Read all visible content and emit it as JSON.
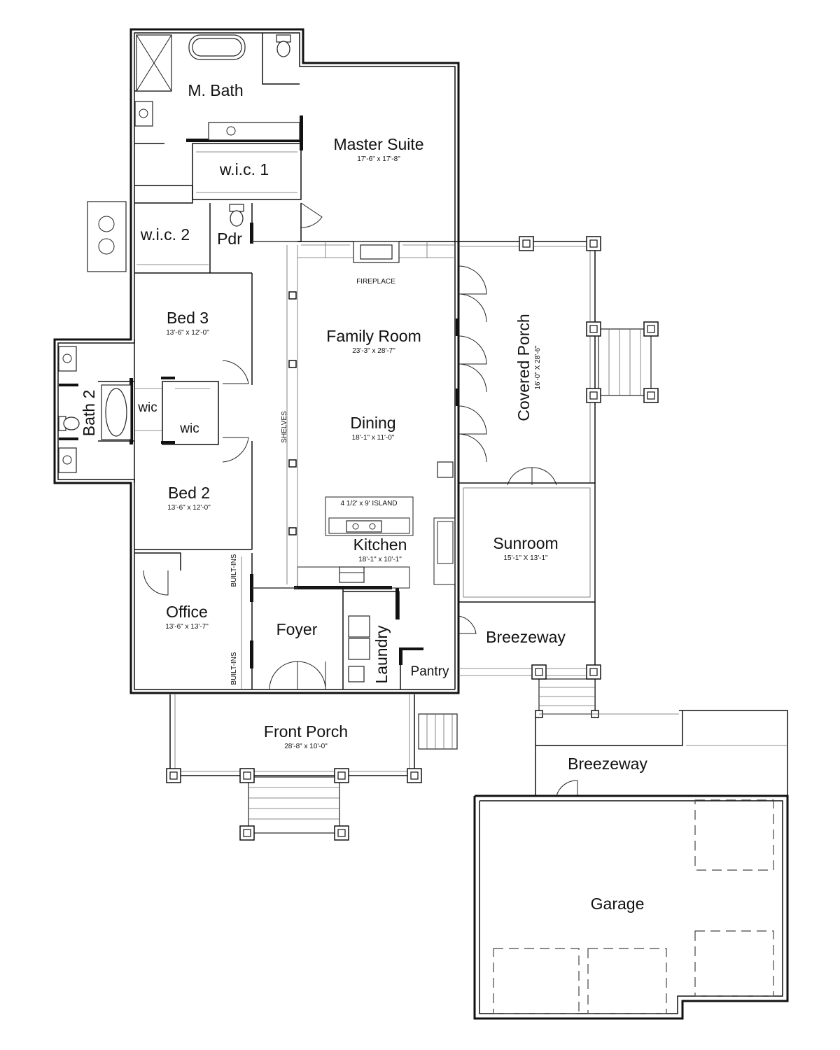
{
  "rooms": {
    "master_bath": {
      "name": "M. Bath"
    },
    "master_suite": {
      "name": "Master Suite",
      "dims": "17'-6\" x 17'-8\""
    },
    "wic1": {
      "name": "w.i.c. 1"
    },
    "wic2": {
      "name": "w.i.c. 2"
    },
    "powder": {
      "name": "Pdr"
    },
    "bed3": {
      "name": "Bed 3",
      "dims": "13'-6\" x 12'-0\""
    },
    "bath2": {
      "name": "Bath 2"
    },
    "wic_a": {
      "name": "wic"
    },
    "wic_b": {
      "name": "wic"
    },
    "bed2": {
      "name": "Bed 2",
      "dims": "13'-6\" x 12'-0\""
    },
    "office": {
      "name": "Office",
      "dims": "13'-6\" x 13'-7\""
    },
    "family_room": {
      "name": "Family Room",
      "dims": "23'-3\" x 28'-7\""
    },
    "dining": {
      "name": "Dining",
      "dims": "18'-1\" x 11'-0\""
    },
    "kitchen": {
      "name": "Kitchen",
      "dims": "18'-1\" x 10'-1\""
    },
    "foyer": {
      "name": "Foyer"
    },
    "laundry": {
      "name": "Laundry"
    },
    "pantry": {
      "name": "Pantry"
    },
    "covered_porch": {
      "name": "Covered Porch",
      "dims": "16'-0\" X 28'-6\""
    },
    "sunroom": {
      "name": "Sunroom",
      "dims": "15'-1\" X 13'-1\""
    },
    "breezeway1": {
      "name": "Breezeway"
    },
    "breezeway2": {
      "name": "Breezeway"
    },
    "front_porch": {
      "name": "Front Porch",
      "dims": "28'-8\" x 10'-0\""
    },
    "garage": {
      "name": "Garage"
    }
  },
  "notes": {
    "fireplace": "FIREPLACE",
    "shelves": "SHELVES",
    "island": "4 1/2' x 9' ISLAND",
    "builtins_upper": "BUILT-INS",
    "builtins_lower": "BUILT-INS"
  }
}
